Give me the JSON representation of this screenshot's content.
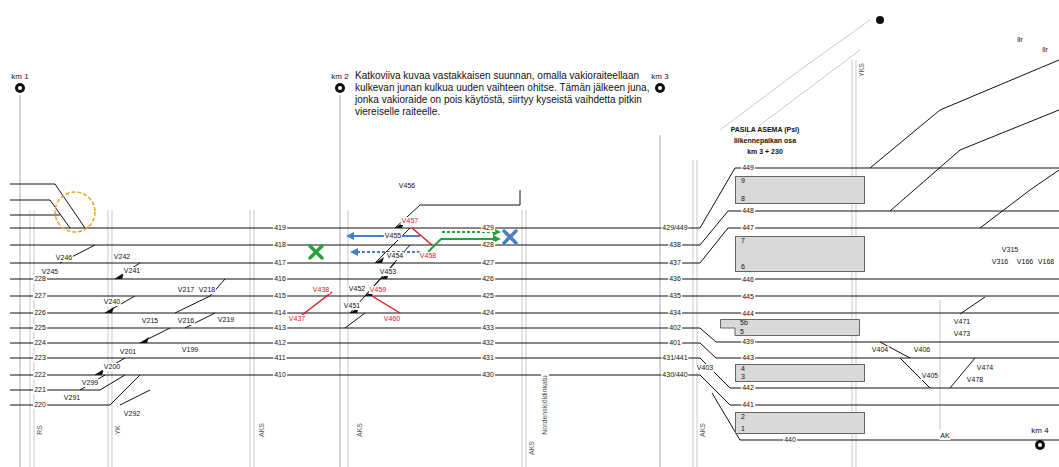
{
  "diagram": {
    "nodes": [
      {
        "text": [
          "9",
          "8"
        ]
      },
      {
        "text": [
          "7",
          "6"
        ]
      },
      {
        "text": [
          "5b",
          "5"
        ]
      },
      {
        "text": [
          "4",
          "3"
        ]
      },
      {
        "text": [
          "2",
          "1"
        ]
      }
    ],
    "labels": [
      "km 1",
      "km 2",
      "km 3",
      "km 4",
      "Katkoviiva kuvaa vastakkaisen suunnan, omalla vakioraiteellaan kulkevan junan kulkua uuden vaihteen ohitse. Tämän jälkeen juna, jonka vakioraide on pois käytöstä, siirtyy kyseistä vaihdetta pitkin viereiselle raiteelle.",
      "PASILA ASEMA (Psl)",
      "liikennepaikan osa",
      "km 3 + 230",
      "228",
      "227",
      "226",
      "225",
      "224",
      "223",
      "222",
      "221",
      "220",
      "419",
      "418",
      "417",
      "416",
      "415",
      "414",
      "413",
      "412",
      "411",
      "410",
      "429",
      "428",
      "427",
      "426",
      "425",
      "424",
      "433",
      "432",
      "431",
      "430",
      "429/449",
      "438",
      "437",
      "436",
      "435",
      "434",
      "402",
      "401",
      "431/441",
      "430/440",
      "449",
      "448",
      "447",
      "446",
      "445",
      "444",
      "439",
      "443",
      "442",
      "441",
      "440",
      "V456",
      "V457",
      "V455",
      "V458",
      "V454",
      "V453",
      "V452",
      "V451",
      "V438",
      "V437",
      "V459",
      "V460",
      "V245",
      "V246",
      "V242",
      "V241",
      "V240",
      "V217",
      "V218",
      "V219",
      "V215",
      "V216",
      "V199",
      "V201",
      "V200",
      "V299",
      "V291",
      "V292",
      "V403",
      "V471",
      "V473",
      "V404",
      "V406",
      "V405",
      "V478",
      "V474",
      "V315",
      "V316",
      "V166",
      "V168",
      "AKS",
      "AKS",
      "AKS",
      "AKS",
      "RS",
      "YK",
      "AK",
      "YKS",
      "Nordenskiöldinkatu",
      "llr",
      "llr"
    ]
  }
}
